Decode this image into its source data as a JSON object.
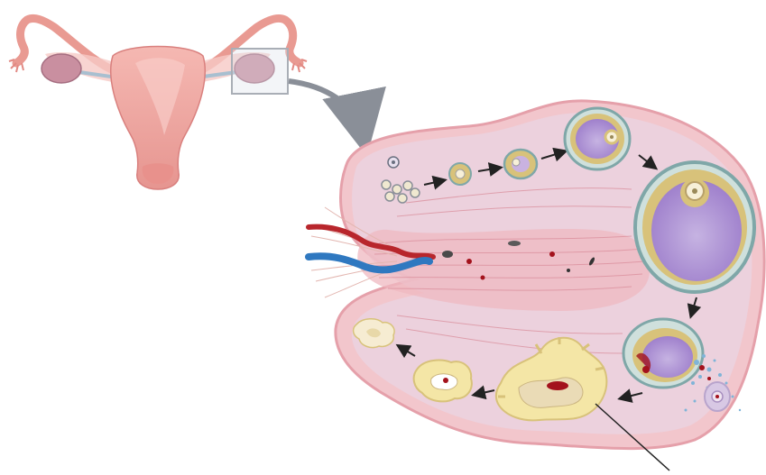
{
  "figure": {
    "subject": "ovarian-cycle-illustration",
    "panels": [
      "uterus-overview",
      "ovary-cross-section"
    ],
    "stages": [
      "primordial-follicles",
      "primary-follicle",
      "secondary-follicle",
      "early-antral-follicle",
      "mature-vesicular-follicle",
      "ovulation",
      "corpus-luteum",
      "regressing-corpus-luteum",
      "corpus-albicans",
      "degenerated-corpus-albicans"
    ],
    "colors": {
      "uterus": "#f0a8a4",
      "uterus_dark": "#d9807e",
      "ovary_small": "#c98fa0",
      "tube": "#e99a92",
      "stroma": "#f2c6cc",
      "capsule": "#e5a0aa",
      "cortex": "#dcd3ec",
      "antrum": "#b59ad8",
      "granulosa": "#d8c27a",
      "theca": "#7fa7a8",
      "oocyte": "#f7f0d8",
      "corpus_luteum": "#f4e6a6",
      "artery": "#b8262c",
      "vein": "#2f78c0",
      "blood": "#a3121c",
      "arrow": "#222222",
      "zoom_box": "#a9aeb6",
      "zoom_arrow": "#8a8f98"
    }
  }
}
